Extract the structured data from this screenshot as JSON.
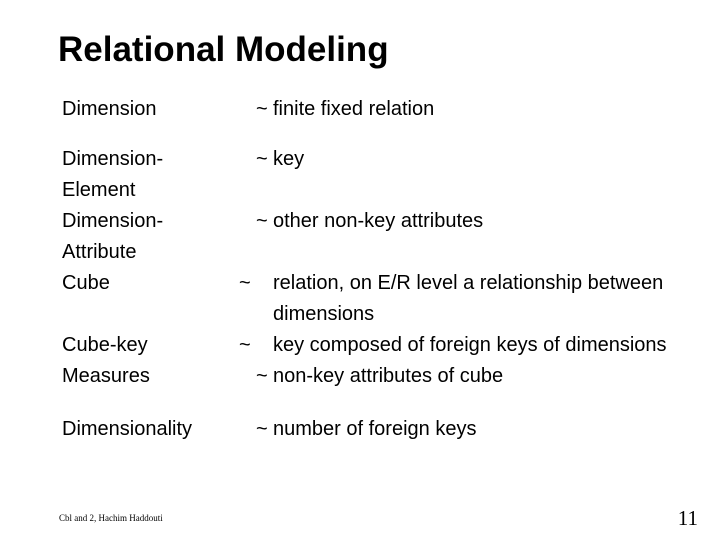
{
  "slide": {
    "title": "Relational Modeling",
    "tilde": "~",
    "rows": [
      {
        "term": "Dimension",
        "definition": "finite fixed relation",
        "gap_after": 19
      },
      {
        "term": "Dimension-\nElement",
        "definition": "key",
        "gap_after": 0
      },
      {
        "term": "Dimension-\nAttribute",
        "definition": "other non-key attributes",
        "gap_after": 0
      },
      {
        "term": "Cube",
        "definition": "relation, on E/R level a relationship between dimensions",
        "gap_after": 0
      },
      {
        "term": "Cube-key",
        "definition": "key composed of foreign keys of dimensions",
        "gap_after": 0
      },
      {
        "term": "Measures",
        "definition": "non-key attributes of cube",
        "gap_after": 22
      },
      {
        "term": "Dimensionality",
        "definition": "number of foreign keys",
        "gap_after": 0
      }
    ],
    "footer_left": "Cbl and 2, Hachim Haddouti",
    "page_number": "11"
  }
}
